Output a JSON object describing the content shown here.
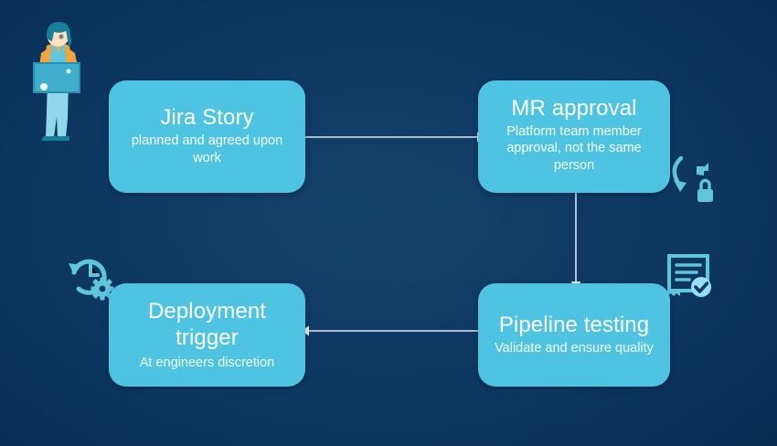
{
  "slide": {
    "background_color": "#0a3460",
    "accent_color": "#4ec4e2",
    "text_color": "#ffffff",
    "connector_color": "#dfe8ee"
  },
  "diagram": {
    "type": "cycle-flow",
    "nodes": [
      {
        "id": "jira",
        "title": "Jira Story",
        "subtitle": "planned and agreed upon work"
      },
      {
        "id": "mr",
        "title": "MR approval",
        "subtitle": "Platform team member approval, not the same person"
      },
      {
        "id": "pipeline",
        "title": "Pipeline testing",
        "subtitle": "Validate and ensure quality"
      },
      {
        "id": "deploy",
        "title": "Deployment\ntrigger",
        "subtitle": "At engineers discretion"
      }
    ],
    "connectors": [
      {
        "id": "jira-to-mr",
        "direction": "right"
      },
      {
        "id": "mr-to-pipeline",
        "direction": "down"
      },
      {
        "id": "pipeline-to-deploy",
        "direction": "left"
      }
    ],
    "decorations": [
      {
        "id": "person",
        "icon": "person-with-laptop-icon"
      },
      {
        "id": "sync-lock",
        "icon": "sync-lock-icon"
      },
      {
        "id": "document-check",
        "icon": "document-check-icon"
      },
      {
        "id": "clock-gear",
        "icon": "clock-gear-icon"
      }
    ]
  }
}
